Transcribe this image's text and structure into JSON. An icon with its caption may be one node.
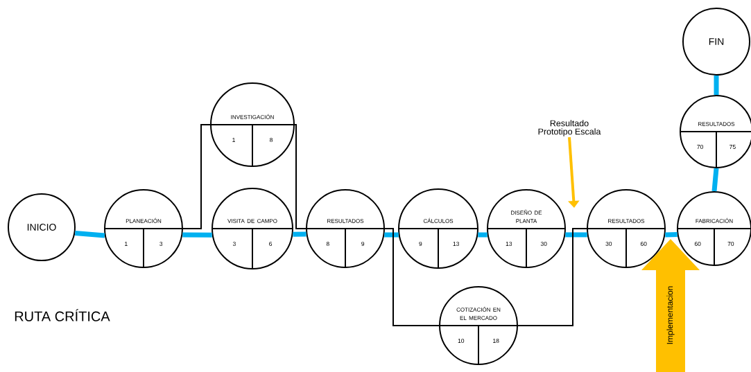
{
  "diagram": {
    "nodes": [
      {
        "text": [
          "INICIO"
        ]
      },
      {
        "text": [
          "PLANEACIÓN",
          "1",
          "3"
        ]
      },
      {
        "text": [
          "INVESTIGACIÓN",
          "1",
          "8"
        ]
      },
      {
        "text": [
          "VISITA DE CAMPO",
          "3",
          "6"
        ]
      },
      {
        "text": [
          "RESULTADOS",
          "8",
          "9"
        ]
      },
      {
        "text": [
          "CÁLCULOS",
          "9",
          "13"
        ]
      },
      {
        "text": [
          "DISEÑO DE PLANTA",
          "13",
          "30"
        ]
      },
      {
        "text": [
          "COTIZACIÓN EN EL MERCADO",
          "10",
          "18"
        ]
      },
      {
        "text": [
          "RESULTADOS",
          "30",
          "60"
        ]
      },
      {
        "text": [
          "FABRICACIÓN",
          "60",
          "70"
        ]
      },
      {
        "text": [
          "RESULTADOS",
          "70",
          "75"
        ]
      },
      {
        "text": [
          "FIN"
        ]
      },
      {
        "text": [
          "Resultado Prototipo Escala"
        ]
      },
      {
        "text": [
          "Implementacion"
        ]
      }
    ],
    "edges": [
      {
        "from": 0,
        "to": 1,
        "arrow": "none"
      },
      {
        "from": 1,
        "to": 3,
        "arrow": "none"
      },
      {
        "from": 3,
        "to": 4,
        "arrow": "none"
      },
      {
        "from": 4,
        "to": 5,
        "arrow": "none"
      },
      {
        "from": 5,
        "to": 6,
        "arrow": "none"
      },
      {
        "from": 6,
        "to": 8,
        "arrow": "none"
      },
      {
        "from": 8,
        "to": 9,
        "arrow": "none"
      },
      {
        "from": 9,
        "to": 10,
        "arrow": "none"
      },
      {
        "from": 10,
        "to": 11,
        "arrow": "none"
      },
      {
        "from": 1,
        "to": 2,
        "arrow": "none",
        "color": "#000000"
      },
      {
        "from": 2,
        "to": 4,
        "arrow": "none",
        "color": "#000000"
      },
      {
        "from": 4,
        "to": 7,
        "arrow": "none",
        "color": "#000000"
      },
      {
        "from": 7,
        "to": 8,
        "arrow": "none",
        "color": "#000000"
      },
      {
        "from": 12,
        "to": null,
        "arrow": "to",
        "color": "#ffc000"
      }
    ],
    "labels": [
      "RUTA CRÍTICA"
    ]
  }
}
